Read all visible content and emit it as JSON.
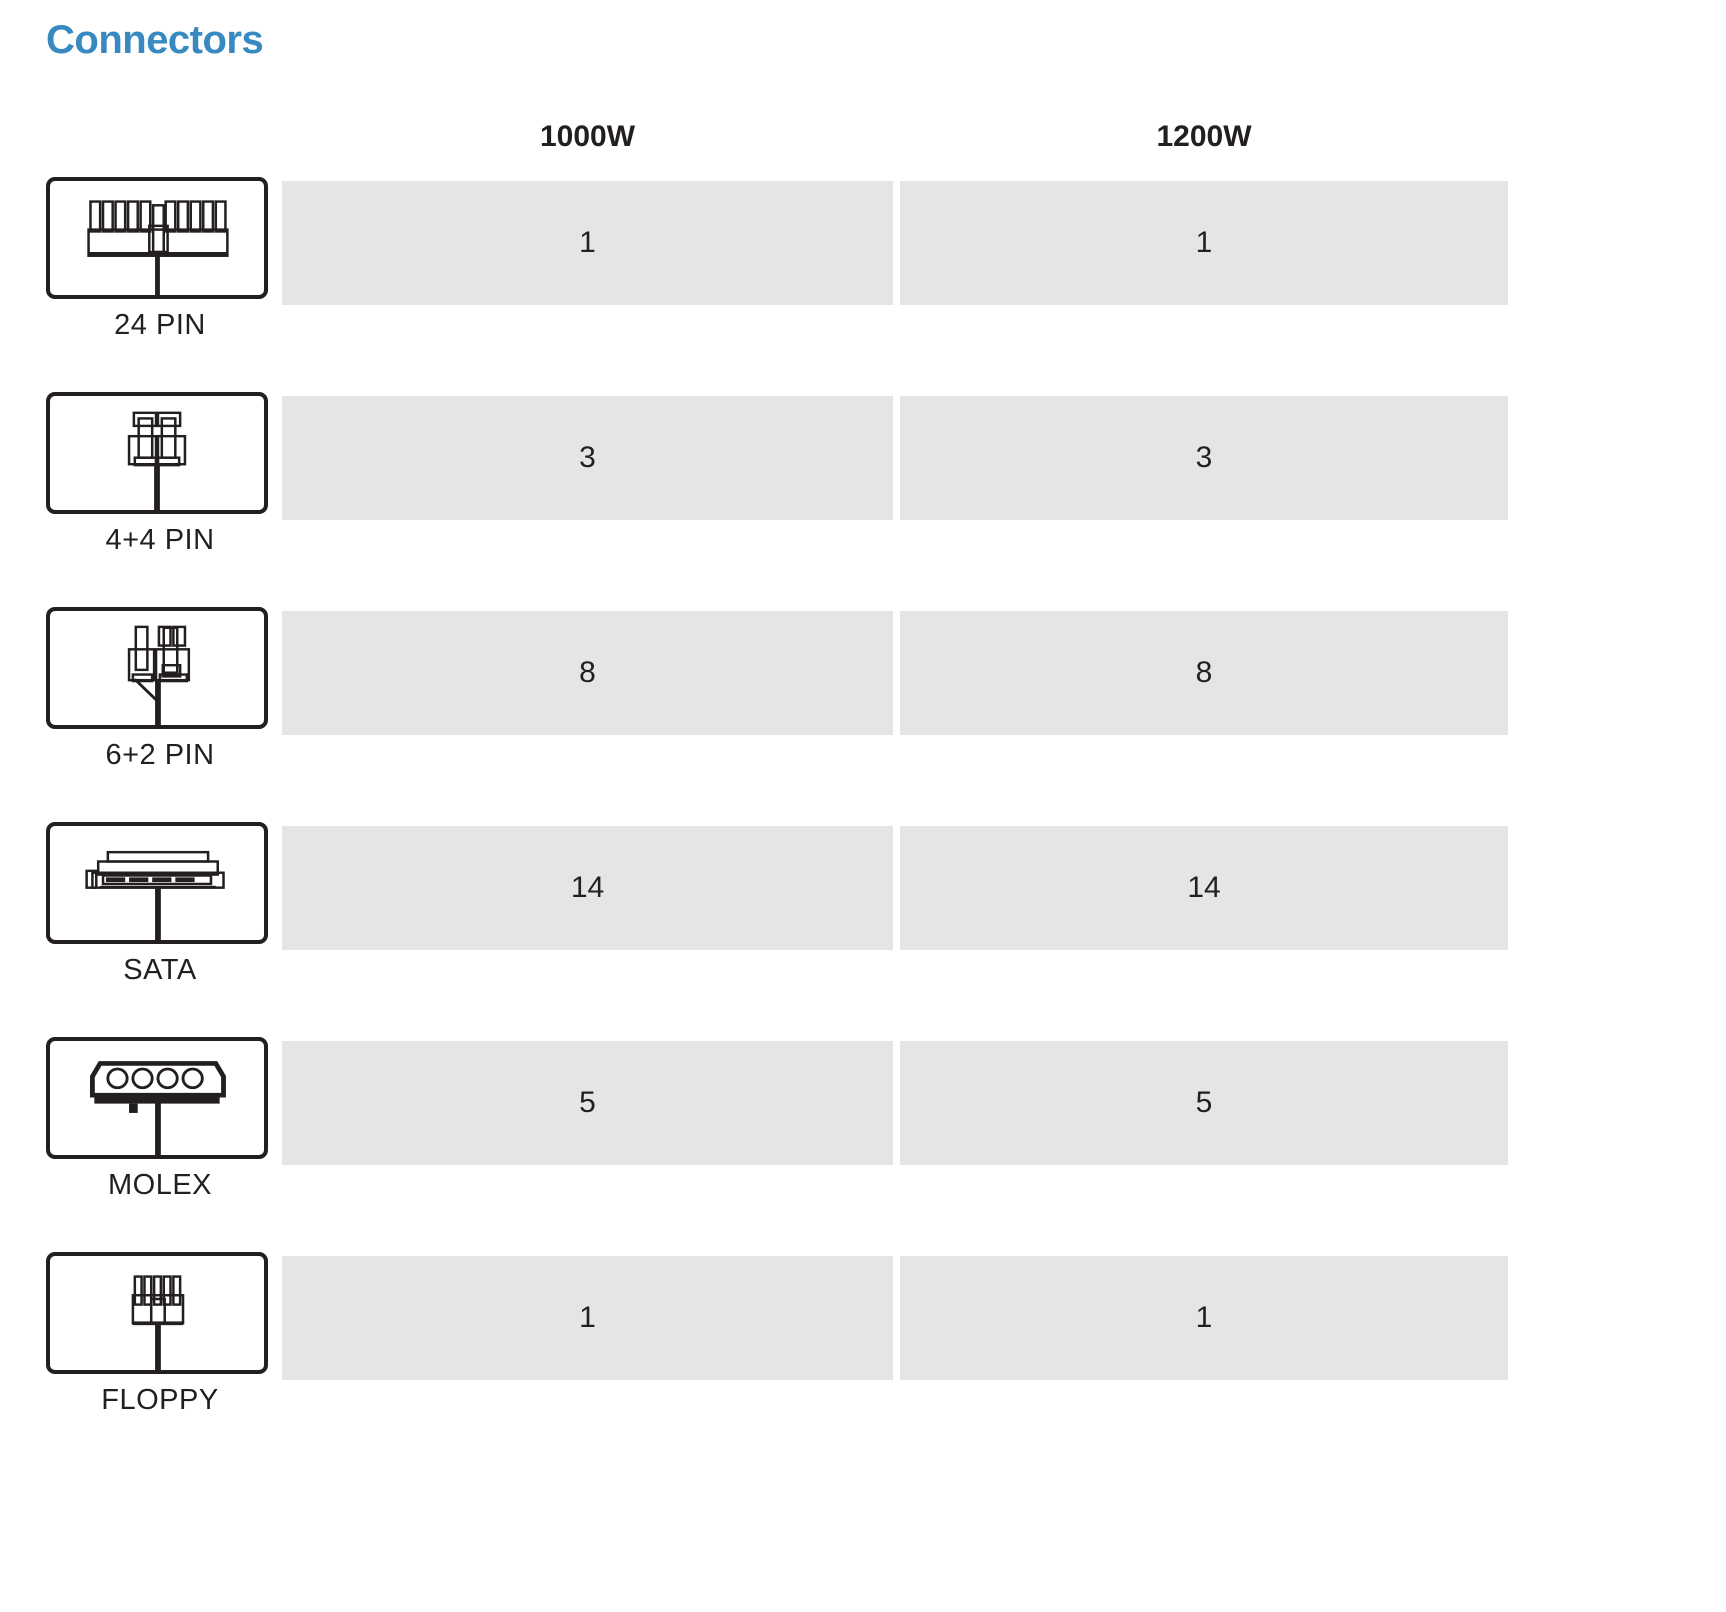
{
  "title": "Connectors",
  "accent_color": "#3789c0",
  "cell_bg_color": "#e5e5e7",
  "text_color": "#231f20",
  "table": {
    "columns": [
      {
        "label": "1000W"
      },
      {
        "label": "1200W"
      }
    ],
    "rows": [
      {
        "icon": "24-pin-connector-icon",
        "label": "24 PIN",
        "values": [
          "1",
          "1"
        ]
      },
      {
        "icon": "4plus4-pin-connector-icon",
        "label": "4+4 PIN",
        "values": [
          "3",
          "3"
        ]
      },
      {
        "icon": "6plus2-pin-connector-icon",
        "label": "6+2 PIN",
        "values": [
          "8",
          "8"
        ]
      },
      {
        "icon": "sata-connector-icon",
        "label": "SATA",
        "values": [
          "14",
          "14"
        ]
      },
      {
        "icon": "molex-connector-icon",
        "label": "MOLEX",
        "values": [
          "5",
          "5"
        ]
      },
      {
        "icon": "floppy-connector-icon",
        "label": "FLOPPY",
        "values": [
          "1",
          "1"
        ]
      }
    ]
  }
}
